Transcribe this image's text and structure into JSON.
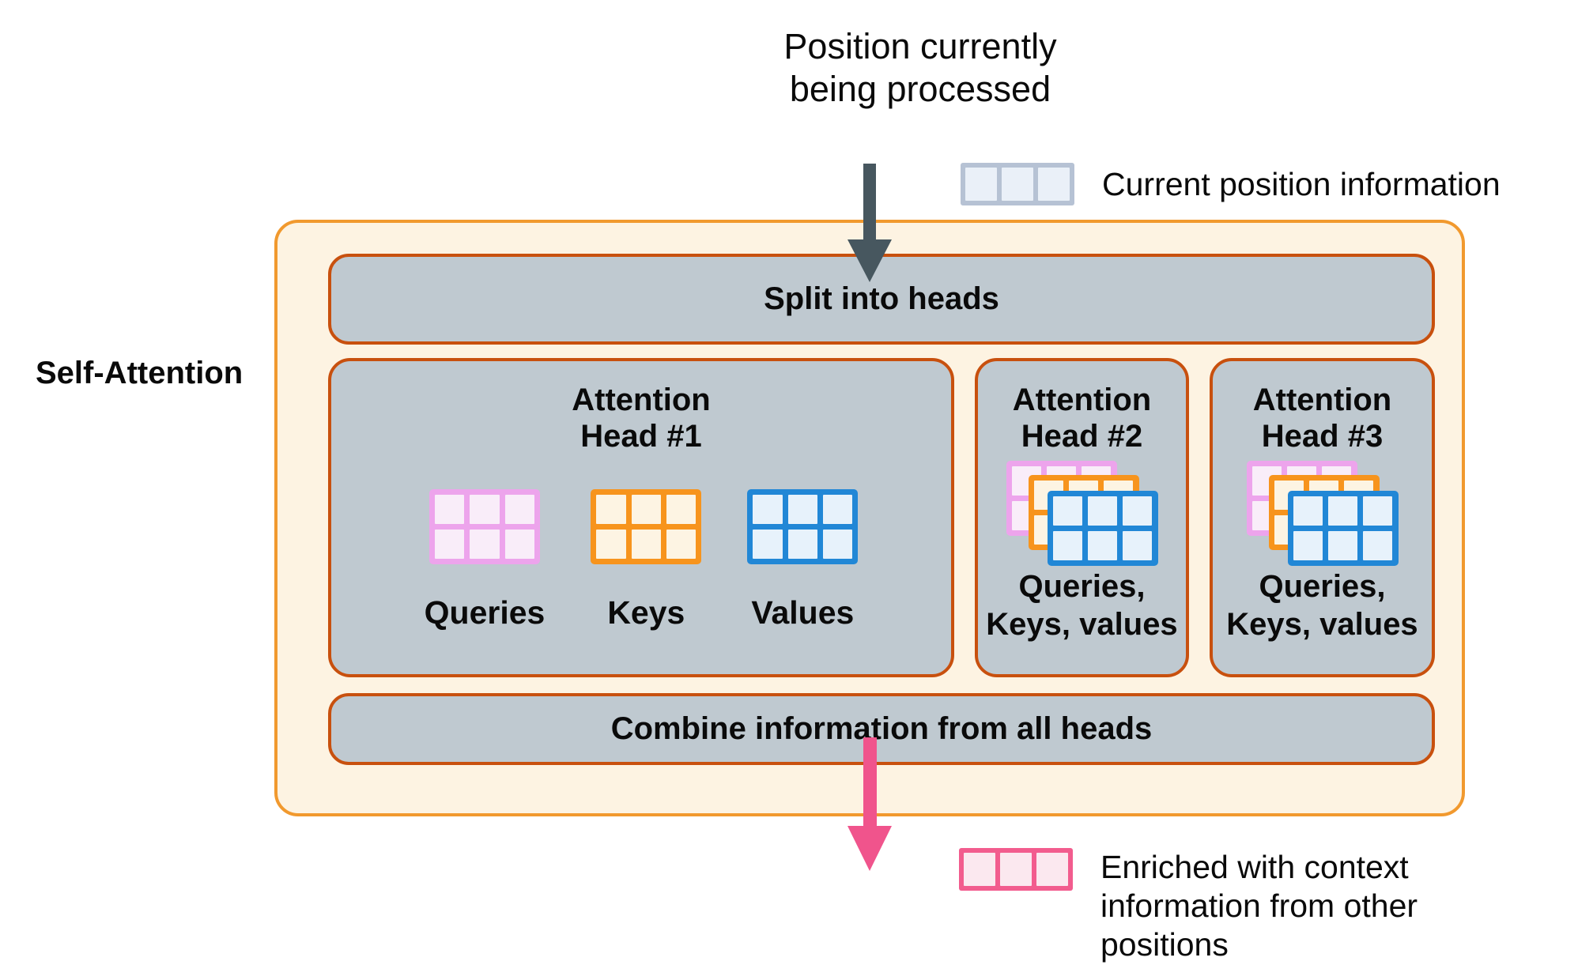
{
  "title": {
    "lines": [
      "Position currently",
      "being processed"
    ]
  },
  "legend_top": {
    "label": "Current position information"
  },
  "legend_bottom": {
    "lines": [
      "Enriched with context",
      "information from other",
      "positions"
    ]
  },
  "container_label": "Self-Attention",
  "split_bar_label": "Split into heads",
  "combine_bar_label": "Combine information from all heads",
  "heads": [
    {
      "title_lines": [
        "Attention",
        "Head #1"
      ],
      "grid_labels": [
        "Queries",
        "Keys",
        "Values"
      ]
    },
    {
      "title_lines": [
        "Attention",
        "Head #2"
      ],
      "label_lines": [
        "Queries,",
        "Keys, values"
      ]
    },
    {
      "title_lines": [
        "Attention",
        "Head #3"
      ],
      "label_lines": [
        "Queries,",
        "Keys, values"
      ]
    }
  ],
  "colors": {
    "outer_border": "#f1992e",
    "outer_fill": "#fdf3e2",
    "box_fill": "#bfc9d0",
    "box_border": "#c8500e",
    "dark_arrow": "#47575f",
    "pink_arrow": "#f0548c",
    "queries_border": "#eda4ec",
    "queries_fill": "#f9edf9",
    "keys_border": "#f7941d",
    "keys_fill": "#fdf4e3",
    "values_border": "#2187d6",
    "values_fill": "#e7f2fb",
    "legend_top_border": "#b6c2d4",
    "legend_top_fill": "#eaf0f8",
    "legend_bottom_border": "#f25c8e",
    "legend_bottom_fill": "#fbe8ef"
  }
}
